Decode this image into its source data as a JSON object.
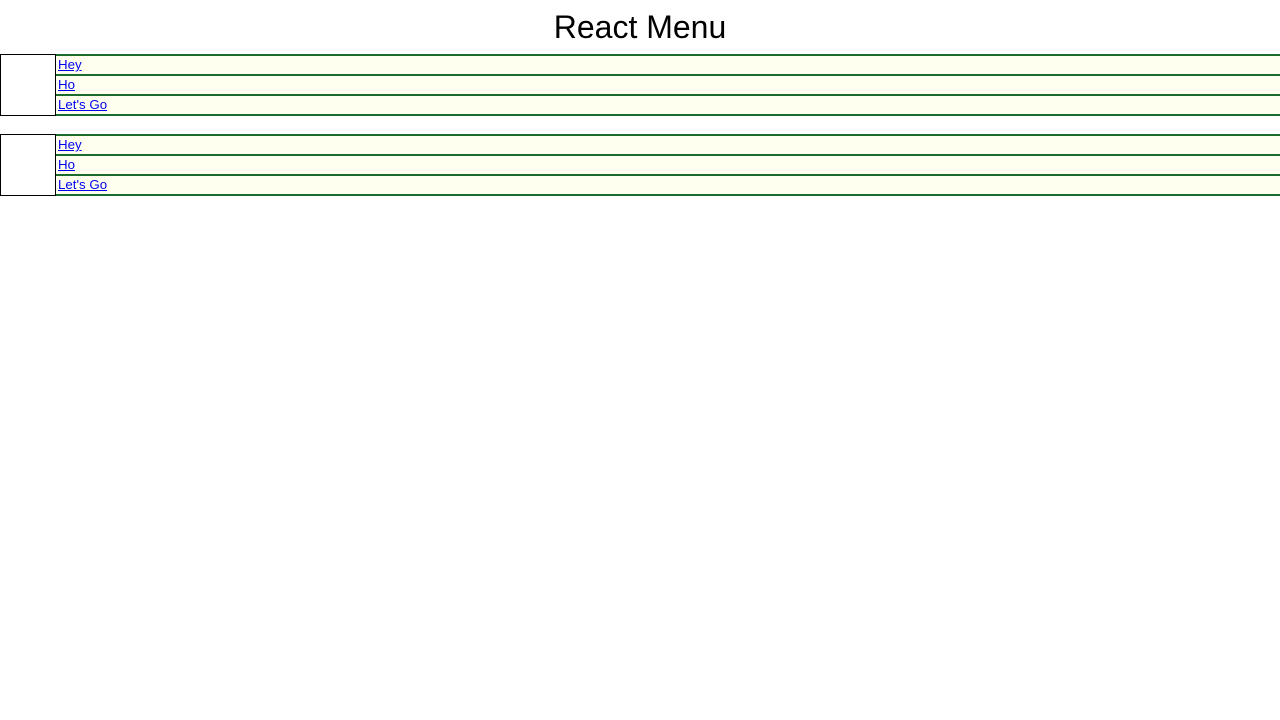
{
  "page": {
    "title": "React Menu",
    "background_color": "#ffffff"
  },
  "colors": {
    "link": "#0000ee",
    "rule": "#1c6b2e",
    "panel_border": "#000000",
    "item_background": "#fffff0",
    "title_text": "#000000"
  },
  "menus": [
    {
      "id": "menu-1",
      "items": [
        {
          "label": "Hey"
        },
        {
          "label": "Ho"
        },
        {
          "label": "Let's Go"
        }
      ]
    },
    {
      "id": "menu-2",
      "items": [
        {
          "label": "Hey"
        },
        {
          "label": "Ho"
        },
        {
          "label": "Let's Go"
        }
      ]
    }
  ]
}
